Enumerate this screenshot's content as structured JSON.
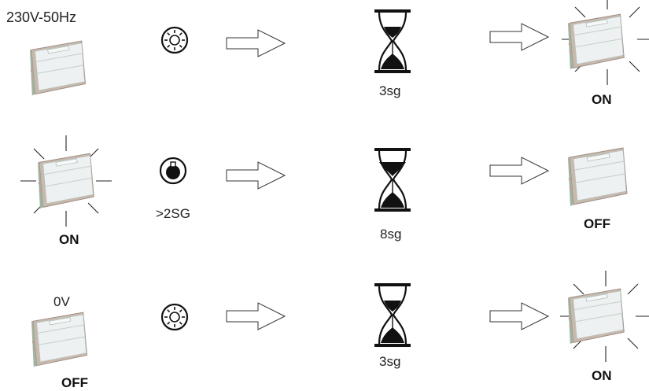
{
  "rows": [
    {
      "id": "row-1",
      "start_label": "230V-50Hz",
      "start_state": "",
      "control_icon": "sun-icon",
      "control_label": "",
      "timer_label": "3sg",
      "end_label": "ON"
    },
    {
      "id": "row-2",
      "start_label": "",
      "start_state": "ON",
      "control_icon": "bulb-icon",
      "control_label": ">2SG",
      "timer_label": "8sg",
      "end_label": "OFF"
    },
    {
      "id": "row-3",
      "start_label": "0V",
      "start_state": "OFF",
      "control_icon": "sun-icon",
      "control_label": "",
      "timer_label": "3sg",
      "end_label": "ON"
    }
  ],
  "colors": {
    "line": "#222222",
    "device_face": "#eef1f2",
    "device_frame": "#c9b9ad",
    "device_edge": "#9fb3a0",
    "hourglass": "#111111"
  }
}
